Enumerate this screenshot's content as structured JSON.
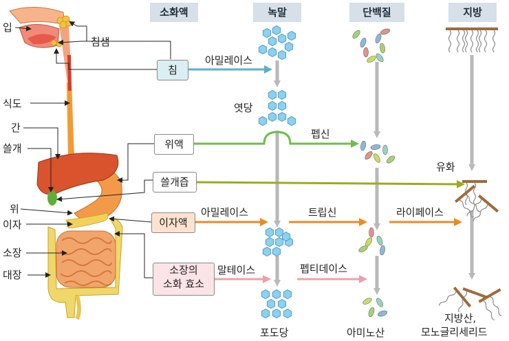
{
  "headers": {
    "enzyme": "소화액",
    "starch": "녹말",
    "protein": "단백질",
    "fat": "지방"
  },
  "organs": {
    "mouth": "입",
    "salivary_gland": "침샘",
    "esophagus": "식도",
    "liver": "간",
    "gallbladder": "쓸개",
    "stomach": "위",
    "pancreas": "이자",
    "small_intestine": "소장",
    "large_intestine": "대장"
  },
  "juices": {
    "saliva": "침",
    "gastric": "위액",
    "bile": "쓸개즙",
    "pancreatic": "이자액",
    "intestinal_line1": "소장의",
    "intestinal_line2": "소화 효소"
  },
  "enzymes": {
    "amylase1": "아밀레이스",
    "pepsin": "펩신",
    "amylase2": "아밀레이스",
    "trypsin": "트립신",
    "lipase": "라이페이스",
    "maltase": "말테이스",
    "peptidase": "펩티데이스",
    "emulsify": "유화"
  },
  "products": {
    "maltose": "엿당",
    "glucose": "포도당",
    "amino_acid": "아미노산",
    "fat_line1": "지방산,",
    "fat_line2": "모노글리세리드"
  },
  "colors": {
    "saliva": "#5ab0c6",
    "gastric": "#6cbf4a",
    "bile": "#9aab1e",
    "pancreatic": "#ef8a1e",
    "intestinal": "#ef9fab",
    "hexagon": "#8fd0ee",
    "esophagus": "#f39a35",
    "liver": "#d9532d",
    "intestine": "#f2a56b",
    "colon": "#f0d76a"
  },
  "icons": [
    "down-arrow-icon",
    "right-arrow-icon",
    "hexagon-molecule-icon",
    "amino-acid-chain-icon",
    "triglyceride-icon",
    "digestive-system-icon"
  ]
}
